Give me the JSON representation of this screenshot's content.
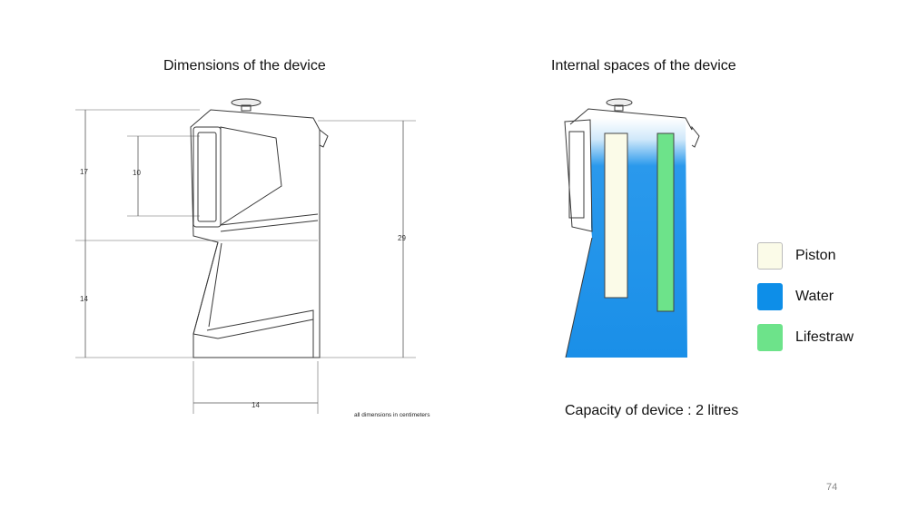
{
  "titles": {
    "left": "Dimensions of the device",
    "right": "Internal spaces of the device"
  },
  "dimensions": {
    "upper_height": "17",
    "window_height": "10",
    "total_height": "29",
    "lower_height": "14",
    "width": "14",
    "note": "all dimensions in centimeters"
  },
  "legend": [
    {
      "label": "Piston",
      "color": "#fbfbe8"
    },
    {
      "label": "Water",
      "color": "#0d8ee8"
    },
    {
      "label": "Lifestraw",
      "color": "#6de38a"
    }
  ],
  "capacity": "Capacity of device : 2 litres",
  "page_number": "74",
  "colors": {
    "water": "#1a90ea",
    "piston": "#fbfbe8",
    "lifestraw": "#6de38a",
    "line": "#3a3a3a"
  }
}
